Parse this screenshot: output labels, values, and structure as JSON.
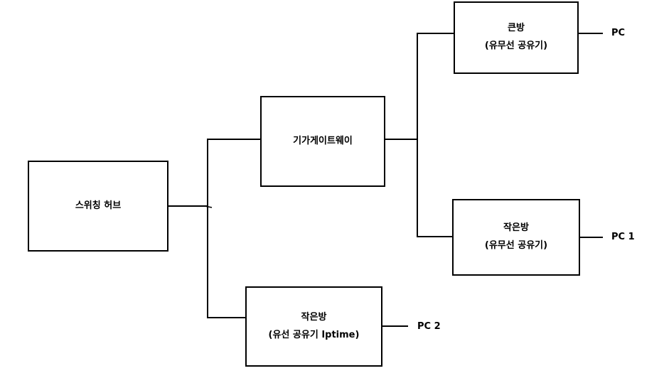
{
  "diagram": {
    "nodes": {
      "switching_hub": {
        "lines": [
          "스위칭 허브"
        ]
      },
      "gateway": {
        "lines": [
          "기가게이트웨이"
        ]
      },
      "big_room": {
        "lines": [
          "큰방",
          "(유무선 공유기)"
        ]
      },
      "small_room_1": {
        "lines": [
          "작은방",
          "(유무선 공유기)"
        ]
      },
      "small_room_2": {
        "lines": [
          "작은방",
          "(유선 공유기 Iptime)"
        ]
      }
    },
    "endpoints": {
      "pc": "PC",
      "pc1": "PC 1",
      "pc2": "PC 2"
    },
    "edges": [
      {
        "from": "switching_hub",
        "to": "gateway"
      },
      {
        "from": "switching_hub",
        "to": "small_room_2"
      },
      {
        "from": "gateway",
        "to": "big_room"
      },
      {
        "from": "gateway",
        "to": "small_room_1"
      },
      {
        "from": "big_room",
        "to": "pc"
      },
      {
        "from": "small_room_1",
        "to": "pc1"
      },
      {
        "from": "small_room_2",
        "to": "pc2"
      }
    ],
    "colors": {
      "stroke": "#000000",
      "background": "#ffffff"
    }
  }
}
